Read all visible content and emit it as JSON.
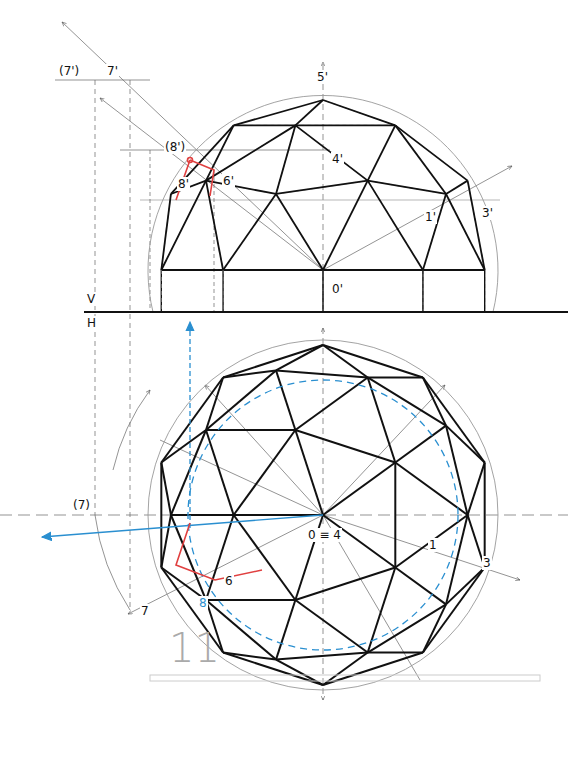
{
  "diagram": {
    "labels": [
      "(7')",
      "7'",
      "5'",
      "(8')",
      "4'",
      "8'",
      "6'",
      "1'",
      "3'",
      "0'",
      "V",
      "H",
      "(7)",
      "0 ≡ 4",
      "1",
      "3",
      "6",
      "8",
      "7",
      "11"
    ]
  }
}
